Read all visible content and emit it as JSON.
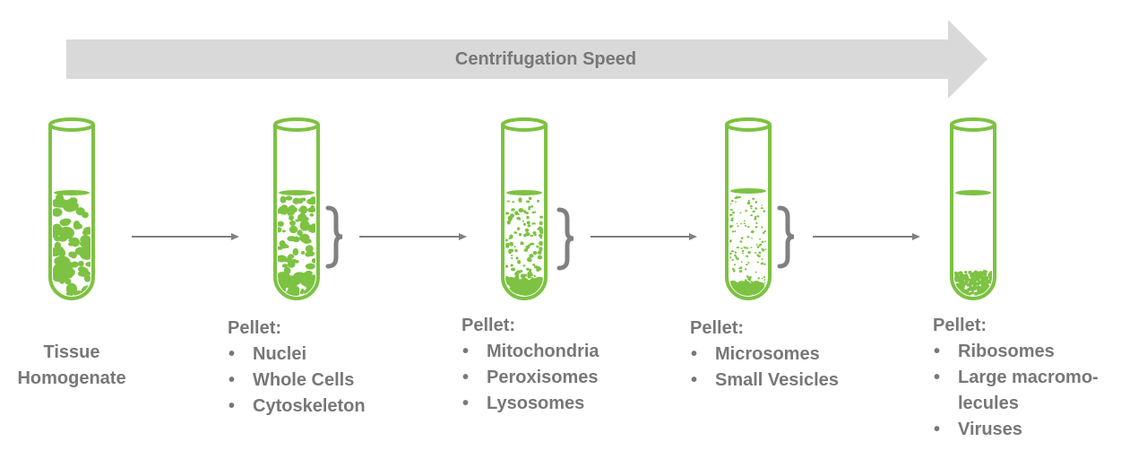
{
  "process": {
    "title": "Centrifugation Speed",
    "colors": {
      "accent": "#7dc242",
      "arrow": "#d9d9d9",
      "text": "#777777",
      "brace": "#808080"
    }
  },
  "stages": [
    {
      "label": "Tissue Homogenate",
      "label_lines": [
        "Tissue",
        "Homogenate"
      ],
      "pellet_heading": "",
      "pellet_items": []
    },
    {
      "label": "",
      "pellet_heading": "Pellet:",
      "pellet_items": [
        "Nuclei",
        "Whole Cells",
        "Cytoskeleton"
      ]
    },
    {
      "label": "",
      "pellet_heading": "Pellet:",
      "pellet_items": [
        "Mitochondria",
        "Peroxisomes",
        "Lysosomes"
      ]
    },
    {
      "label": "",
      "pellet_heading": "Pellet:",
      "pellet_items": [
        "Microsomes",
        "Small Vesicles"
      ]
    },
    {
      "label": "",
      "pellet_heading": "Pellet:",
      "pellet_items": [
        "Ribosomes",
        "Large macromo-lecules",
        "Viruses"
      ],
      "pellet_item_lines": [
        [
          "Ribosomes"
        ],
        [
          "Large macromo-",
          "lecules"
        ],
        [
          "Viruses"
        ]
      ]
    }
  ]
}
